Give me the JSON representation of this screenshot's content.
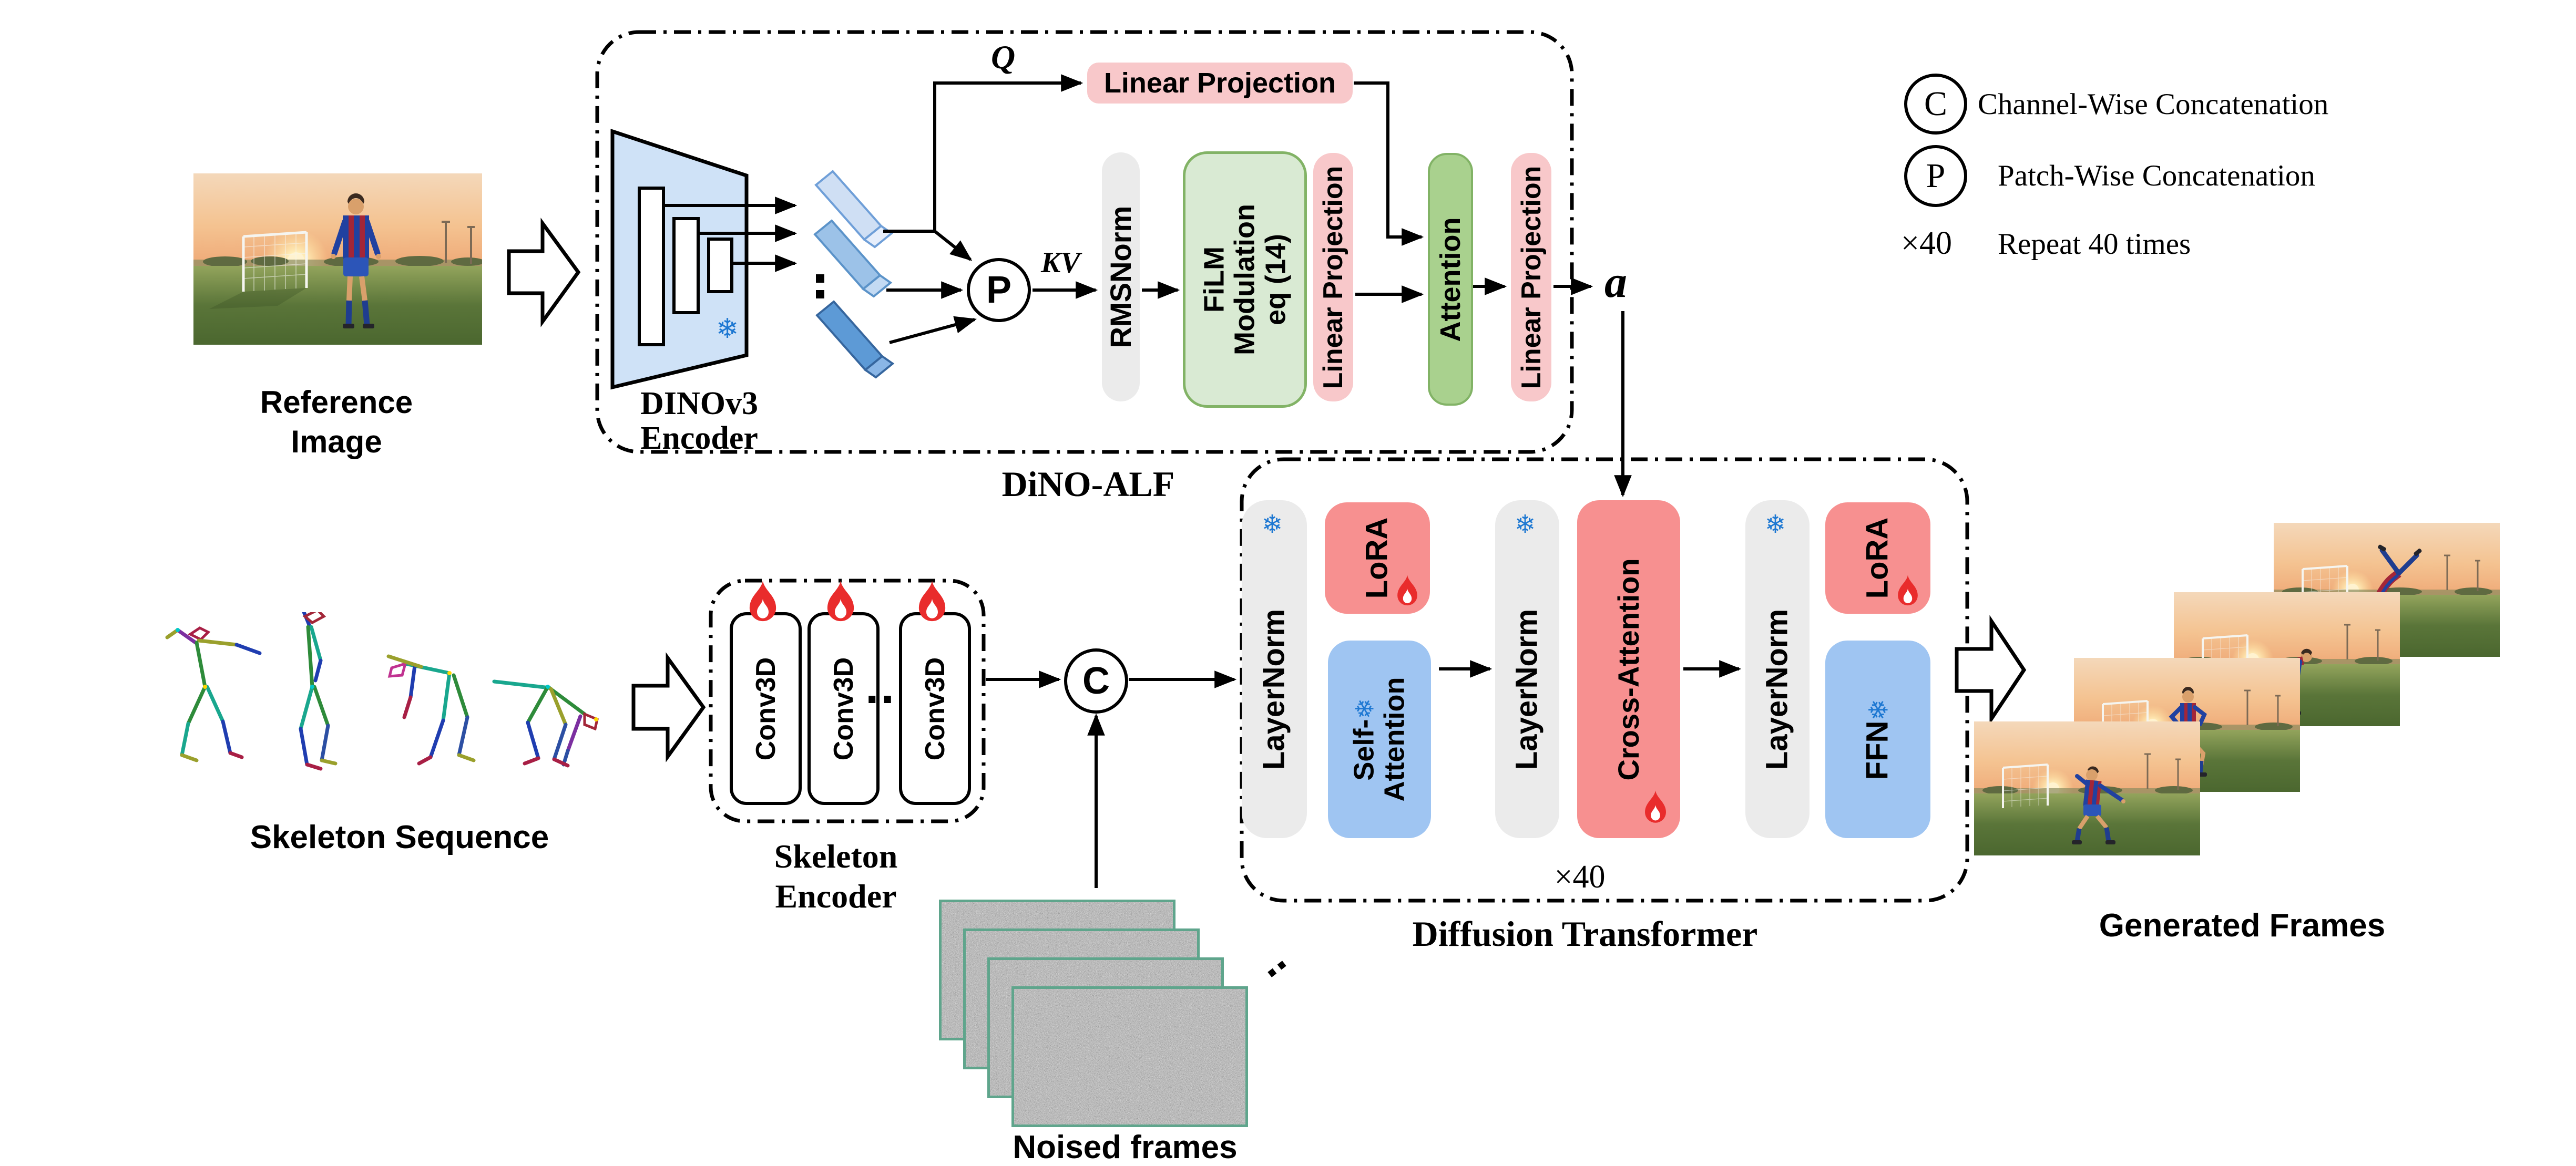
{
  "icons": {
    "frozen": "❄"
  },
  "reference_image": {
    "caption": [
      "Reference",
      "Image"
    ]
  },
  "dino_alf": {
    "title": "DiNO-ALF",
    "encoder_name": [
      "DINOv3",
      "Encoder"
    ],
    "q": "Q",
    "kv": "KV",
    "patch_symbol": "P",
    "output": "a",
    "linear_projection_top": "Linear Projection",
    "rmsnorm": "RMSNorm",
    "film": [
      "FiLM",
      "Modulation",
      "eq (14)"
    ],
    "linear_projection_mid": "Linear Projection",
    "attention": "Attention",
    "linear_projection_out": "Linear Projection"
  },
  "legend": {
    "items": [
      {
        "symbol": "C",
        "label": "Channel-Wise Concatenation"
      },
      {
        "symbol": "P",
        "label": "Patch-Wise Concatenation"
      },
      {
        "symbol": "×40",
        "label": "Repeat 40 times"
      }
    ]
  },
  "skeleton_sequence": {
    "caption": "Skeleton Sequence"
  },
  "skeleton_encoder": {
    "title": [
      "Skeleton",
      "Encoder"
    ],
    "blocks": [
      "Conv3D",
      "Conv3D",
      "Conv3D"
    ],
    "ellipsis": ".."
  },
  "concat_symbol": "C",
  "noised_frames": {
    "caption": "Noised frames",
    "ellipsis": ".."
  },
  "diffusion_transformer": {
    "title": "Diffusion Transformer",
    "repeat": "×40",
    "layernorm": "LayerNorm",
    "lora": "LoRA",
    "self_attention": [
      "Self-",
      "Attention"
    ],
    "cross_attention": "Cross-Attention",
    "ffn": "FFN"
  },
  "generated_frames": {
    "caption": "Generated Frames"
  },
  "colors": {
    "pink_block": "#f8c8ca",
    "salmon_block": "#f79090",
    "green_light_block": "#d9ead3",
    "green_block": "#a9d18e",
    "green_border": "#82b366",
    "blue_block": "#9fc5f2",
    "gray_block": "#ebebeb",
    "encoder_fill": "#cfe2f7",
    "noise_frame_border": "#5fa58c",
    "snowflake_blue": "#1e78d2",
    "flame_red": "#e92c2c"
  }
}
